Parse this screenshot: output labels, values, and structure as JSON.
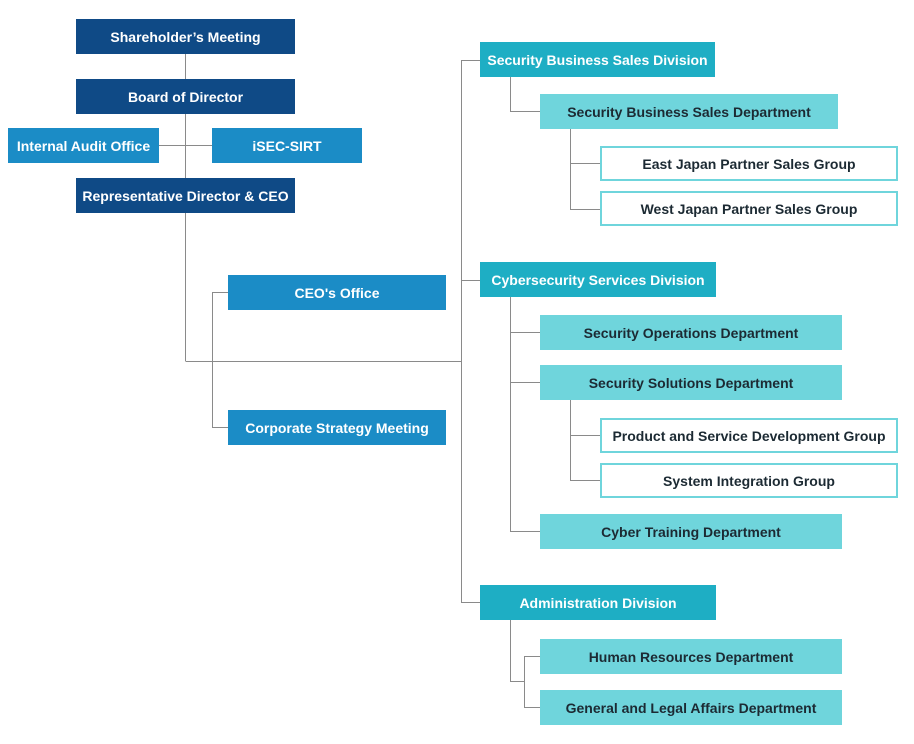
{
  "colors": {
    "navy": "#0f4a86",
    "blue": "#1b8cc6",
    "teal": "#1eaec4",
    "aqua": "#6fd5dc",
    "line": "#8a8a8a"
  },
  "governance": {
    "shareholders_meeting": "Shareholder’s Meeting",
    "board_of_director": "Board of Director",
    "internal_audit_office": "Internal Audit Office",
    "isec_sirt": "iSEC-SIRT",
    "representative_director_ceo": "Representative Director & CEO"
  },
  "staff": {
    "ceos_office": "CEO's Office",
    "corporate_strategy_meeting": "Corporate Strategy Meeting"
  },
  "divisions": {
    "security_business_sales": {
      "label": "Security Business Sales Division",
      "department": "Security Business Sales Department",
      "groups": [
        "East Japan Partner Sales Group",
        "West Japan Partner Sales Group"
      ]
    },
    "cybersecurity_services": {
      "label": "Cybersecurity Services Division",
      "security_operations": "Security Operations Department",
      "security_solutions": "Security Solutions Department",
      "groups": [
        "Product and Service Development Group",
        "System Integration Group"
      ],
      "cyber_training": "Cyber Training Department"
    },
    "administration": {
      "label": "Administration Division",
      "departments": [
        "Human Resources Department",
        "General and Legal Affairs Department"
      ]
    }
  }
}
